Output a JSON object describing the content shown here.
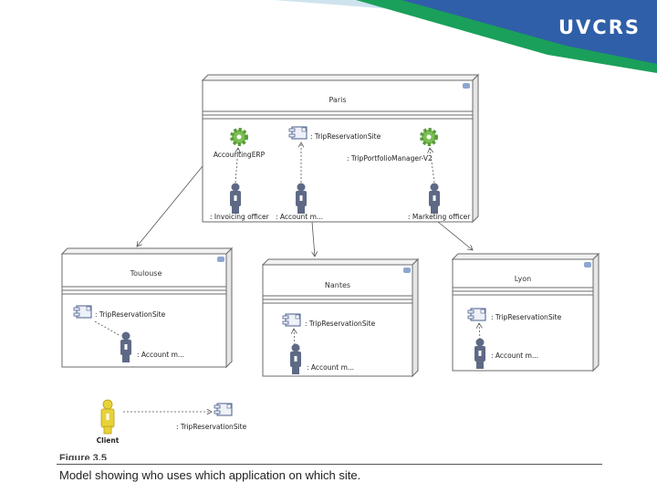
{
  "logo": {
    "text": "UVCRS"
  },
  "colors": {
    "banner_blue": "#2f5fa8",
    "banner_green": "#1aa05a",
    "banner_light": "#cfe3ef",
    "node_border": "#6b6b6b",
    "icon_blue": "#4a5f8c",
    "gear_green": "#7bbf55",
    "client_yellow": "#e8d23a"
  },
  "paris": {
    "title": "Paris",
    "labels": {
      "accounting_erp": "AccountingERP",
      "trip_site": ": TripReservationSite",
      "portfolio": ": TripPortfolioManager-V2",
      "invoicing": ": Invoicing officer",
      "account": ": Account m...",
      "marketing": ": Marketing officer"
    }
  },
  "toulouse": {
    "title": "Toulouse",
    "site": ": TripReservationSite",
    "account": ": Account m..."
  },
  "nantes": {
    "title": "Nantes",
    "site": ": TripReservationSite",
    "account": ": Account m..."
  },
  "lyon": {
    "title": "Lyon",
    "site": ": TripReservationSite",
    "account": ": Account m..."
  },
  "client": {
    "label": "Client",
    "site": ": TripReservationSite"
  },
  "figure_number": "Figure 3.5",
  "caption": "Model showing who uses which application on which site."
}
